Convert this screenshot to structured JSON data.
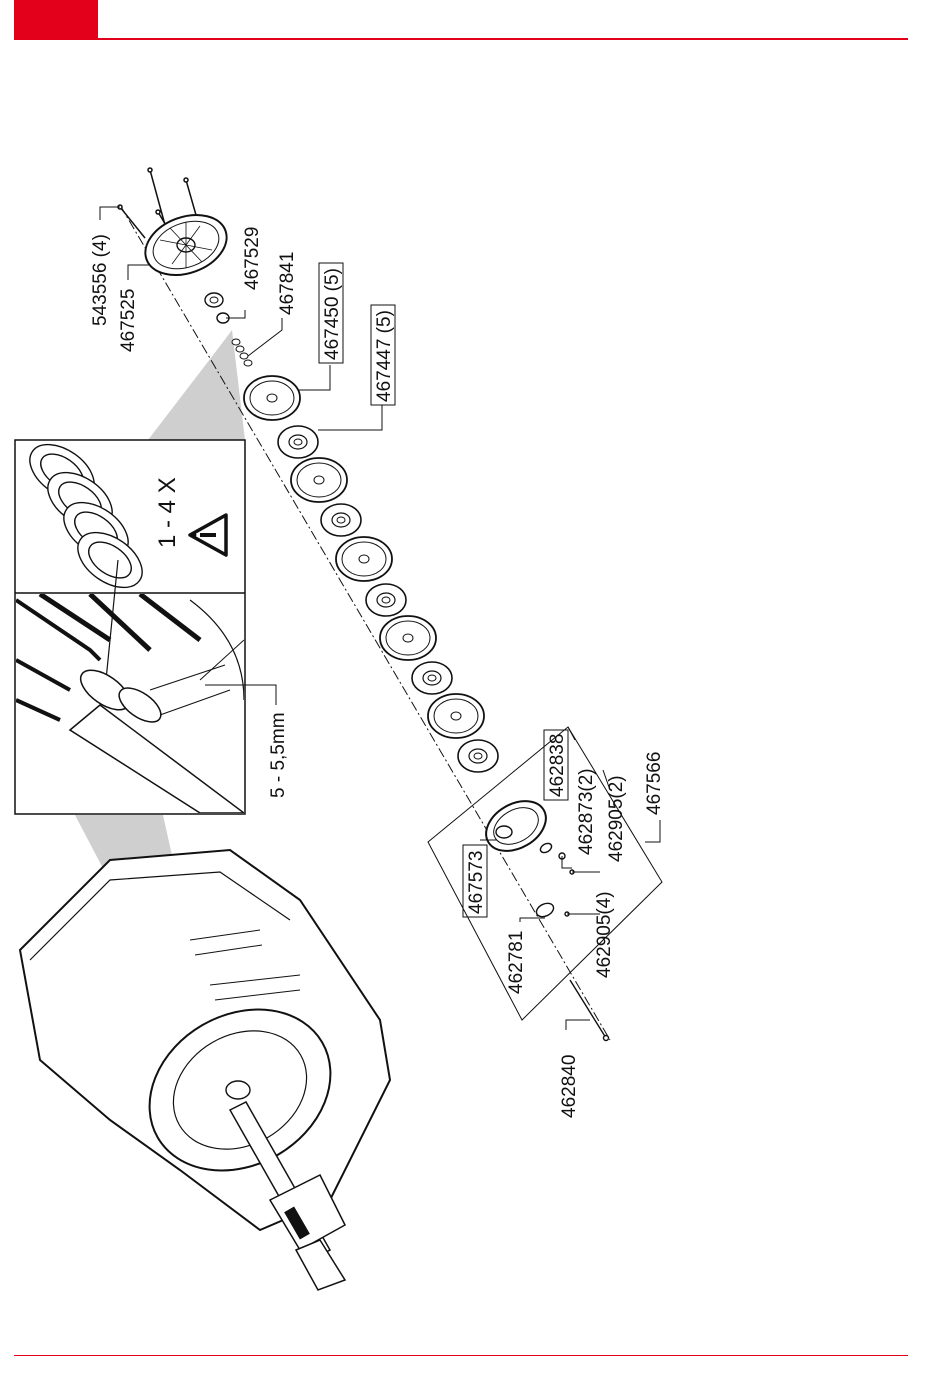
{
  "colors": {
    "brand": "#e3001b",
    "ink": "#111111",
    "callout_fill": "#cfcfcf"
  },
  "icons": {
    "warning": "warning-triangle-icon"
  },
  "callout": {
    "count_label": "1 - 4 X",
    "gap_label": "5 - 5,5mm"
  },
  "parts": {
    "p543556": "543556 (4)",
    "p467525": "467525",
    "p467529": "467529",
    "p467841": "467841",
    "p467450": "467450 (5)",
    "p467447": "467447 (5)",
    "p462838": "462838",
    "p462873": "462873(2)",
    "p462905a": "462905(2)",
    "p467566": "467566",
    "p467573": "467573",
    "p462781": "462781",
    "p462905b": "462905(4)",
    "p462840": "462840"
  }
}
